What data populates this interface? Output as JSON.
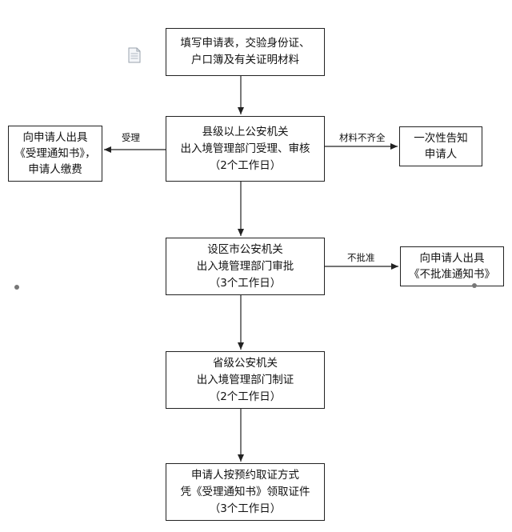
{
  "steps": {
    "step1": {
      "lines": [
        "填写申请表，交验身份证、",
        "户口簿及有关证明材料"
      ]
    },
    "step2": {
      "lines": [
        "县级以上公安机关",
        "出入境管理部门受理、审核",
        "（2个工作日）"
      ]
    },
    "step3": {
      "lines": [
        "设区市公安机关",
        "出入境管理部门审批",
        "（3个工作日）"
      ]
    },
    "step4": {
      "lines": [
        "省级公安机关",
        "出入境管理部门制证",
        "（2个工作日）"
      ]
    },
    "step5": {
      "lines": [
        "申请人按预约取证方式",
        "凭《受理通知书》领取证件",
        "（3个工作日）"
      ]
    }
  },
  "side_boxes": {
    "accept_notice": {
      "lines": [
        "向申请人出具",
        "《受理通知书》，",
        "申请人缴费"
      ]
    },
    "inform_once": {
      "lines": [
        "一次性告知",
        "申请人"
      ]
    },
    "reject_notice": {
      "lines": [
        "向申请人出具",
        "《不批准通知书》"
      ]
    }
  },
  "edge_labels": {
    "accept": "受理",
    "incomplete": "材料不齐全",
    "not_approved": "不批准"
  },
  "icons": {
    "document": "document-icon"
  }
}
